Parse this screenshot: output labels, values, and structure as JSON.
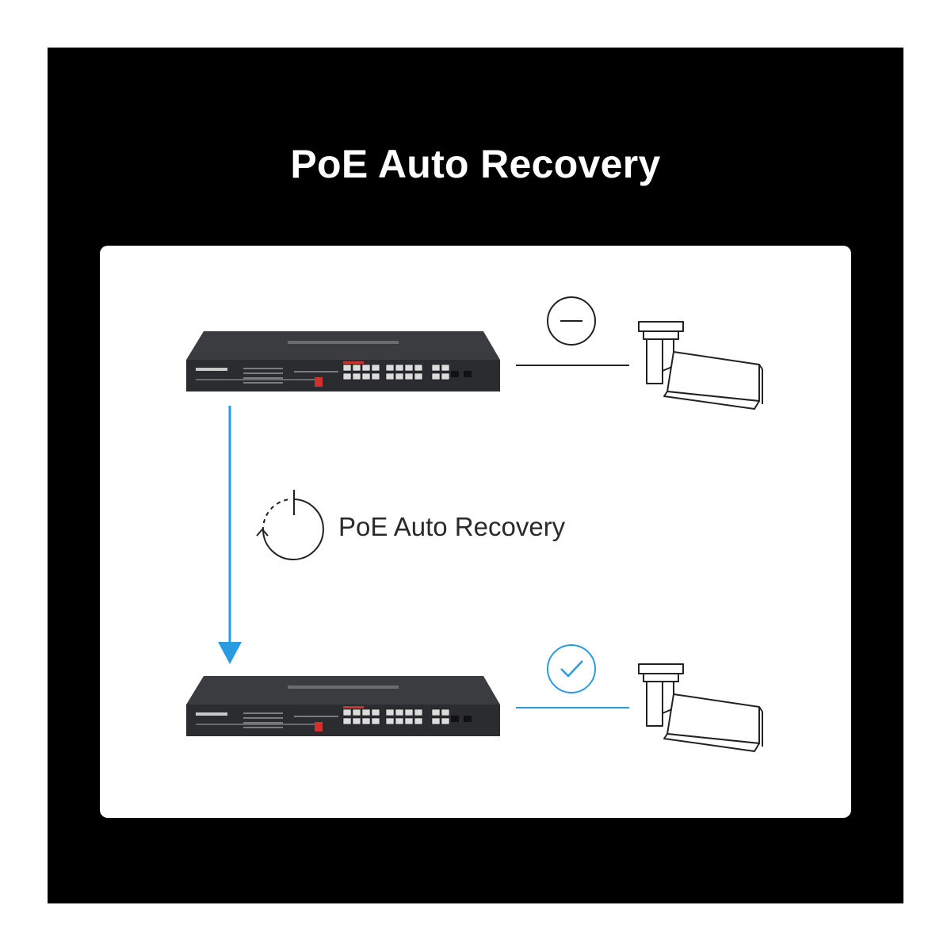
{
  "title": "PoE Auto Recovery",
  "recovery_label": "PoE Auto Recovery",
  "colors": {
    "background": "#000000",
    "card": "#ffffff",
    "accent_blue": "#2a9be0",
    "switch_body": "#2e3033",
    "poe_port_accent": "#d0322d",
    "line_dark": "#222222"
  },
  "icons": {
    "status_before": "minus-circle-icon",
    "status_after": "check-circle-icon",
    "recovery": "recovery-cycle-icon",
    "device": "bullet-camera-icon",
    "switch": "poe-switch"
  }
}
